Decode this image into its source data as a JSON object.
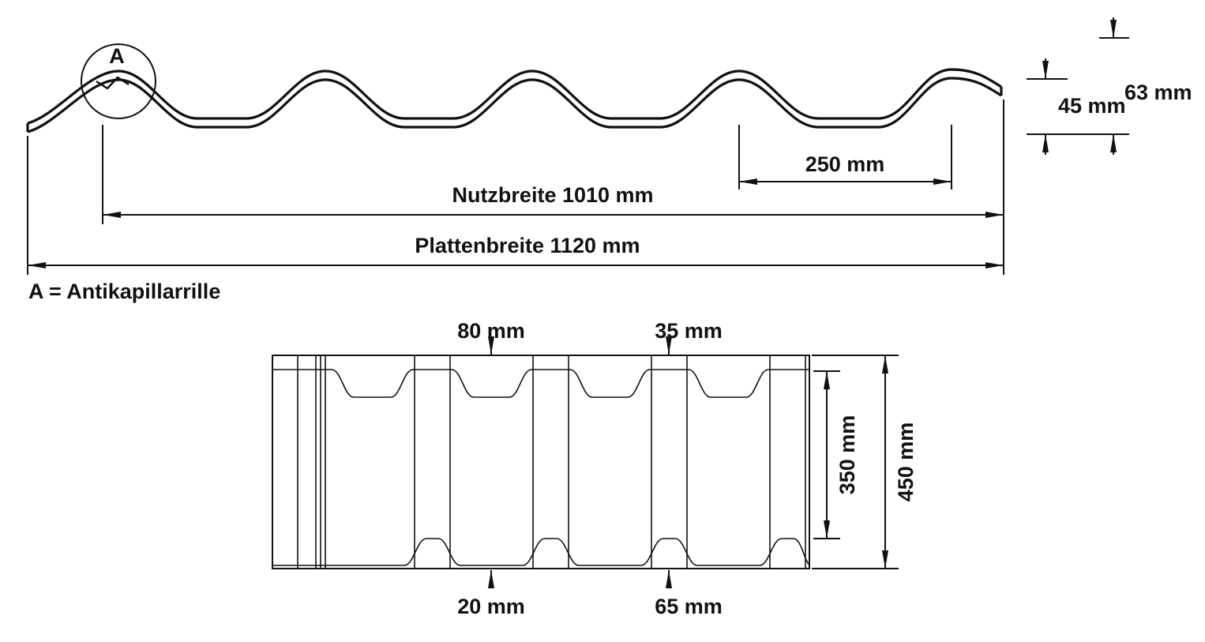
{
  "colors": {
    "ink": "#111111",
    "paper": "#ffffff"
  },
  "profile_view": {
    "detail_label": "A",
    "legend": "A = Antikapillarrille",
    "dims": {
      "height_inner": "45 mm",
      "height_total": "63 mm",
      "pitch": "250 mm",
      "cover_width": "Nutzbreite 1010 mm",
      "overall_width": "Plattenbreite 1120 mm"
    }
  },
  "plan_view": {
    "dims": {
      "top_pan_width": "80 mm",
      "top_rib_width": "35 mm",
      "right_inner_length": "350 mm",
      "right_overall_length": "450 mm",
      "bottom_small_width": "20 mm",
      "bottom_large_width": "65 mm"
    }
  }
}
